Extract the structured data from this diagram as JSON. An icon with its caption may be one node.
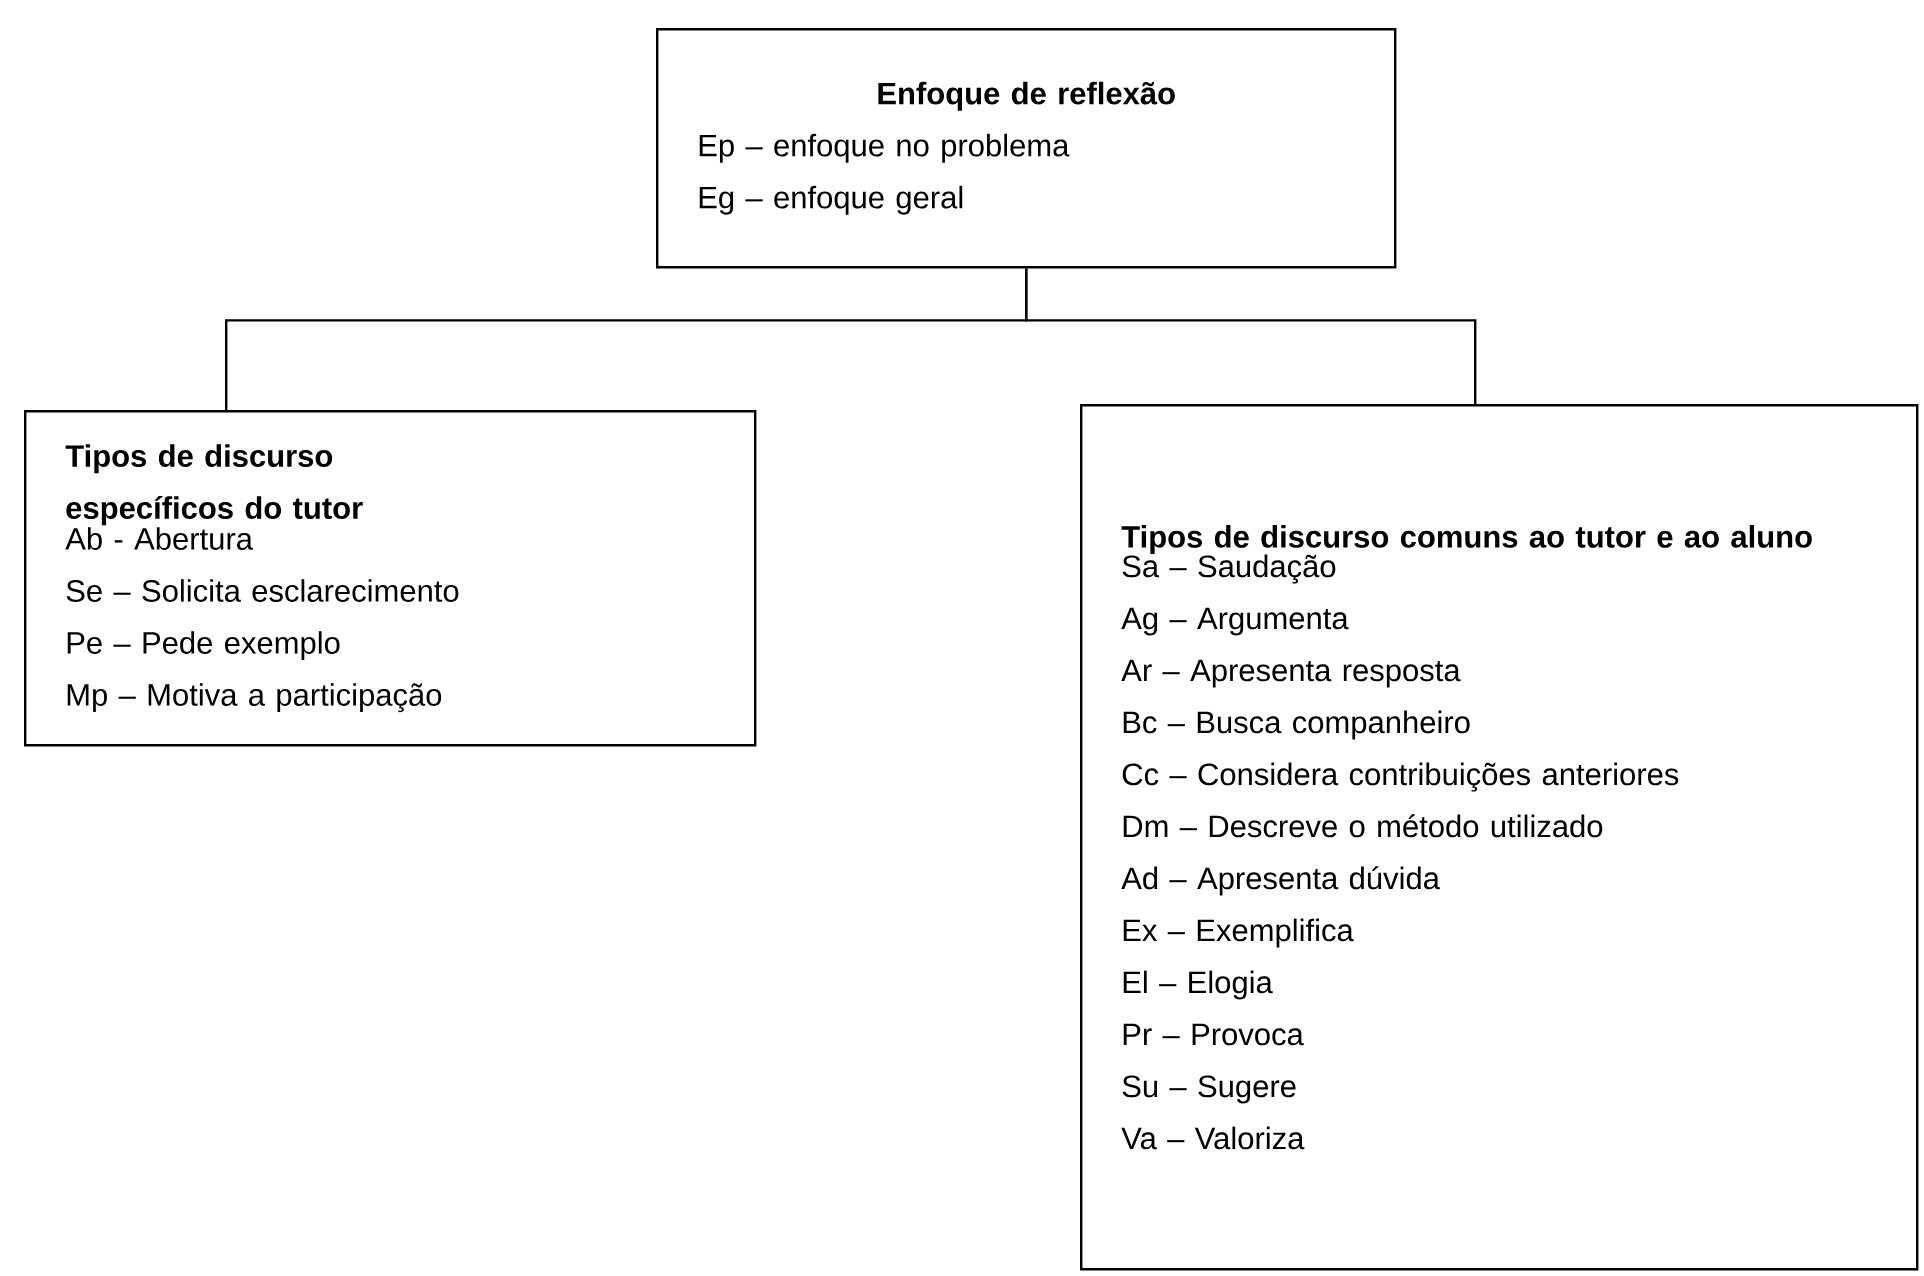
{
  "diagram": {
    "nodes": [
      {
        "text": [
          "Enfoque de reflexão",
          "Ep – enfoque no problema",
          "Eg – enfoque geral"
        ]
      },
      {
        "text": [
          "Tipos de discurso específicos do tutor",
          "Ab - Abertura",
          "Se – Solicita esclarecimento",
          "Pe – Pede exemplo",
          "Mp – Motiva a participação"
        ]
      },
      {
        "text": [
          "Tipos de discurso comuns ao tutor e ao aluno",
          "Sa – Saudação",
          "Ag – Argumenta",
          "Ar – Apresenta resposta",
          "Bc – Busca companheiro",
          "Cc – Considera contribuições anteriores",
          "Dm – Descreve o método utilizado",
          "Ad – Apresenta dúvida",
          "Ex – Exemplifica",
          "El – Elogia",
          "Pr – Provoca",
          "Su – Sugere",
          "Va – Valoriza"
        ]
      }
    ],
    "edges": [
      {
        "from": 0,
        "to": 1,
        "arrow": "none"
      },
      {
        "from": 0,
        "to": 2,
        "arrow": "none"
      }
    ]
  }
}
